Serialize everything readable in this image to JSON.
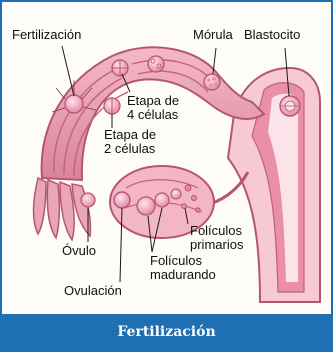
{
  "labels": {
    "fertilizacion": "Fertilización",
    "morula": "Mórula",
    "blastocito": "Blastocito",
    "etapa4_l1": "Etapa de",
    "etapa4_l2": "4 células",
    "etapa2_l1": "Etapa de",
    "etapa2_l2": "2 células",
    "ovulo": "Óvulo",
    "foliculos_primarios_l1": "Folículos",
    "foliculos_primarios_l2": "primarios",
    "foliculos_madurando_l1": "Folículos",
    "foliculos_madurando_l2": "madurando",
    "ovulacion": "Ovulación"
  },
  "caption": "Fertilización",
  "colors": {
    "frame_border": "#1f6fb3",
    "caption_bg": "#1f6fb3",
    "tube_fill": "#e9a6b8",
    "tube_dark": "#b5566f",
    "uterus_fill": "#f6c9d3",
    "cell_fill": "#f3b0c6",
    "pointer": "#1a1a1a"
  }
}
